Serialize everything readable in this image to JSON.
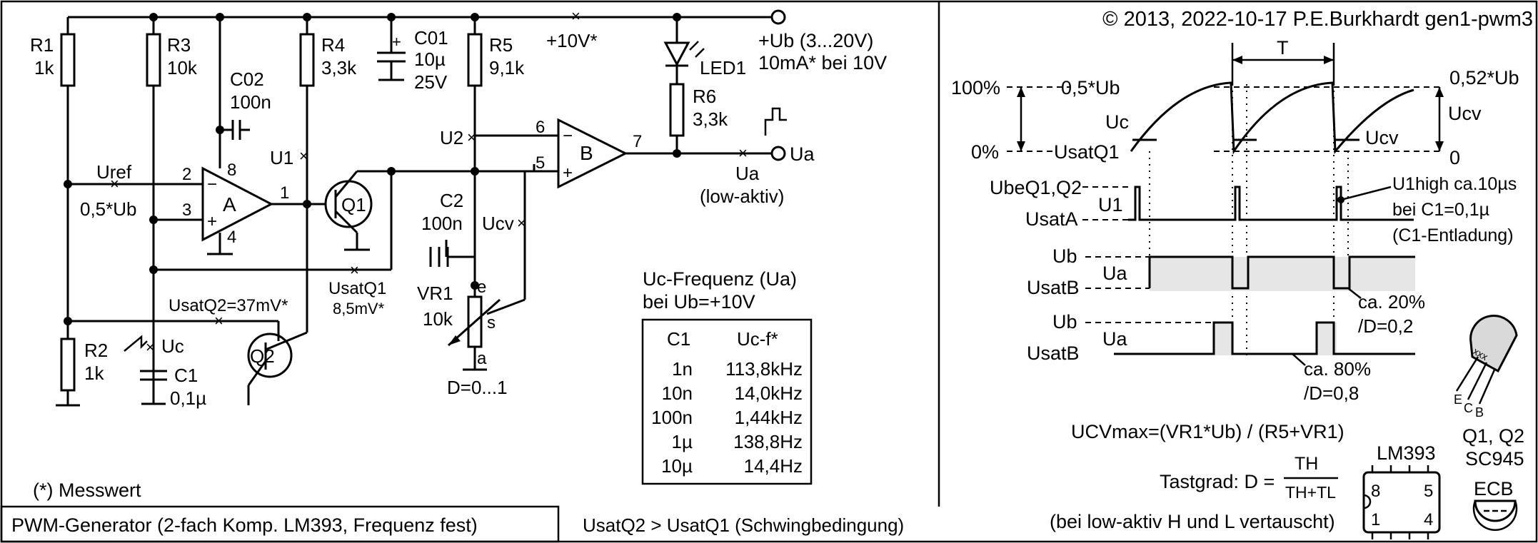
{
  "header": {
    "copyright": "© 2013, 2022-10-17 P.E.Burkhardt gen1-pwm3"
  },
  "schematic": {
    "label_10v": "+10V*",
    "ub_range": "+Ub (3...20V)",
    "ub_current": "10mA* bei 10V",
    "r1": {
      "name": "R1",
      "value": "1k"
    },
    "r2": {
      "name": "R2",
      "value": "1k"
    },
    "r3": {
      "name": "R3",
      "value": "10k"
    },
    "r4": {
      "name": "R4",
      "value": "3,3k"
    },
    "r5": {
      "name": "R5",
      "value": "9,1k"
    },
    "r6": {
      "name": "R6",
      "value": "3,3k"
    },
    "c01": {
      "name": "C01",
      "value": "10µ",
      "voltage": "25V"
    },
    "c02": {
      "name": "C02",
      "value": "100n"
    },
    "c1": {
      "name": "C1",
      "value": "0,1µ"
    },
    "c2": {
      "name": "C2",
      "value": "100n"
    },
    "vr1": {
      "name": "VR1",
      "value": "10k",
      "range": "D=0...1"
    },
    "uref": "Uref",
    "half_ub": "0,5*Ub",
    "uc": "Uc",
    "u1": "U1",
    "u2": "U2",
    "ucv": "Ucv",
    "comp_a": "A",
    "comp_b": "B",
    "q1": "Q1",
    "q2": "Q2",
    "usat_q1": "UsatQ1",
    "usat_q1_value": "8,5mV*",
    "usat_q2": "UsatQ2=37mV*",
    "led1": "LED1",
    "ua": "Ua",
    "ua_mode": "(low-aktiv)"
  },
  "freq_table": {
    "title": "Uc-Frequenz (Ua)",
    "subtitle": "bei Ub=+10V",
    "headers": [
      "C1",
      "Uc-f*"
    ],
    "rows": [
      {
        "c": "1n",
        "f": "113,8kHz"
      },
      {
        "c": "10n",
        "f": "14,0kHz"
      },
      {
        "c": "100n",
        "f": "1,44kHz"
      },
      {
        "c": "1µ",
        "f": "138,8Hz"
      },
      {
        "c": "10µ",
        "f": "14,4Hz"
      }
    ]
  },
  "timing": {
    "pct_100": "100%",
    "pct_0": "0%",
    "half_ub": "0,5*Ub",
    "usat_q1": "UsatQ1",
    "uc": "Uc",
    "ucv": "Ucv",
    "top_level": "0,52*Ub",
    "bottom_level": "0",
    "period": "T",
    "ube": "UbeQ1,Q2",
    "usat_a": "UsatA",
    "u1": "U1",
    "u1_note_1": "U1high ca.10µs",
    "u1_note_2": "bei C1=0,1µ",
    "u1_note_3": "(C1-Entladung)",
    "ub": "Ub",
    "usat_b": "UsatB",
    "ua": "Ua",
    "note_20": "ca. 20%",
    "note_d02": "/D=0,2",
    "note_80": "ca. 80%",
    "note_d08": "/D=0,8"
  },
  "formulas": {
    "ucv_max": "UCVmax=(VR1*Ub) / (R5+VR1)",
    "tastgrad": "Tastgrad:  D =",
    "th": "TH",
    "th_tl": "TH+TL",
    "note": "(bei low-aktiv H und L vertauscht)"
  },
  "packages": {
    "ic": "LM393",
    "transistors": "Q1, Q2",
    "transistor_type": "SC945",
    "pinout": "ECB"
  },
  "footer": {
    "messwert": "(*) Messwert",
    "title": "PWM-Generator (2-fach Komp. LM393, Frequenz fest)",
    "condition": "UsatQ2 > UsatQ1 (Schwingbedingung)"
  }
}
